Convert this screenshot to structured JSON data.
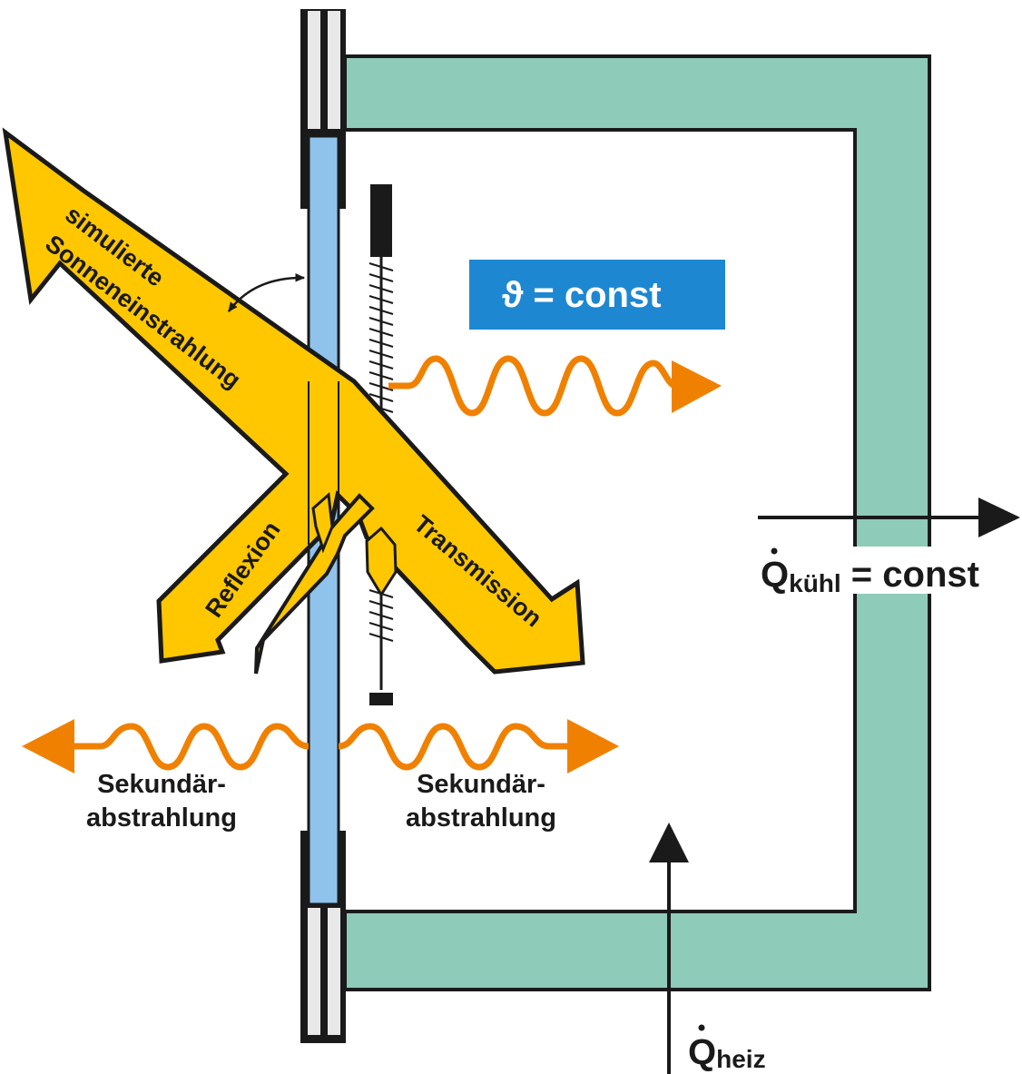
{
  "labels": {
    "incident_line1": "simulierte",
    "incident_line2": "Sonneneinstrahlung",
    "reflection": "Reflexion",
    "transmission": "Transmission",
    "theta_symbol": "ϑ",
    "theta_rest": " = const",
    "q_symbol": "Q",
    "q_cool_sub": "kühl",
    "q_cool_rest": " = const",
    "q_heat_sub": "heiz",
    "secondary_left_line1": "Sekundär-",
    "secondary_left_line2": "abstrahlung",
    "secondary_right_line1": "Sekundär-",
    "secondary_right_line2": "abstrahlung"
  },
  "colors": {
    "enclosure_wall": "#8fcbb9",
    "glass_pane": "#8fc3ec",
    "solar_beam": "#ffc700",
    "secondary_radiation": "#f08100",
    "theta_box": "#1d87d2",
    "outline": "#1a1a1a"
  }
}
